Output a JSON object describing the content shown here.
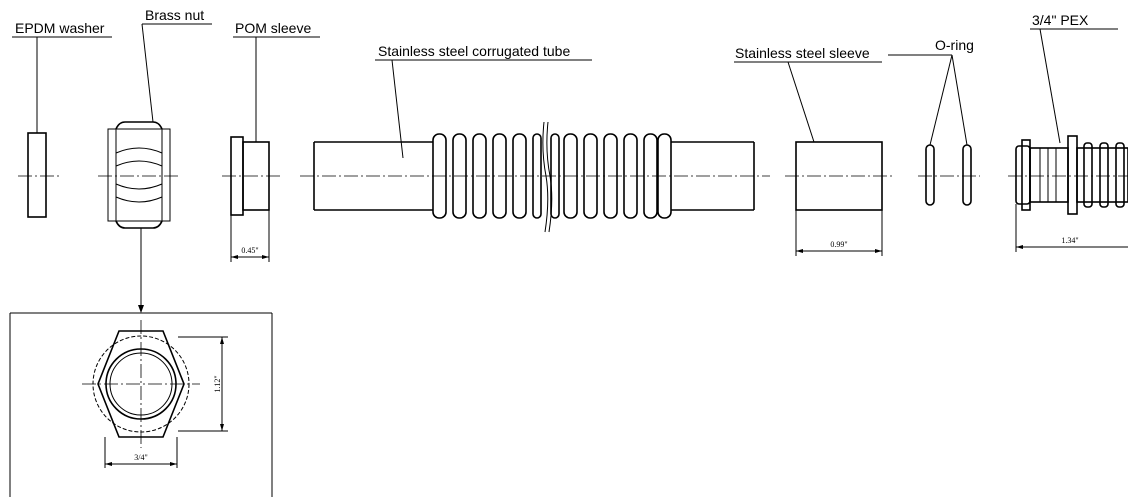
{
  "labels": {
    "epdm_washer": "EPDM washer",
    "brass_nut": "Brass nut",
    "pom_sleeve": "POM sleeve",
    "corrugated_tube": "Stainless steel corrugated tube",
    "steel_sleeve": "Stainless steel sleeve",
    "o_ring": "O-ring",
    "pex": "3/4\" PEX"
  },
  "dimensions": {
    "pom_sleeve_length": "0.45\"",
    "steel_sleeve_length": "0.99\"",
    "pex_length": "1.34\"",
    "nut_height": "1.12\"",
    "nut_width": "3/4\""
  }
}
